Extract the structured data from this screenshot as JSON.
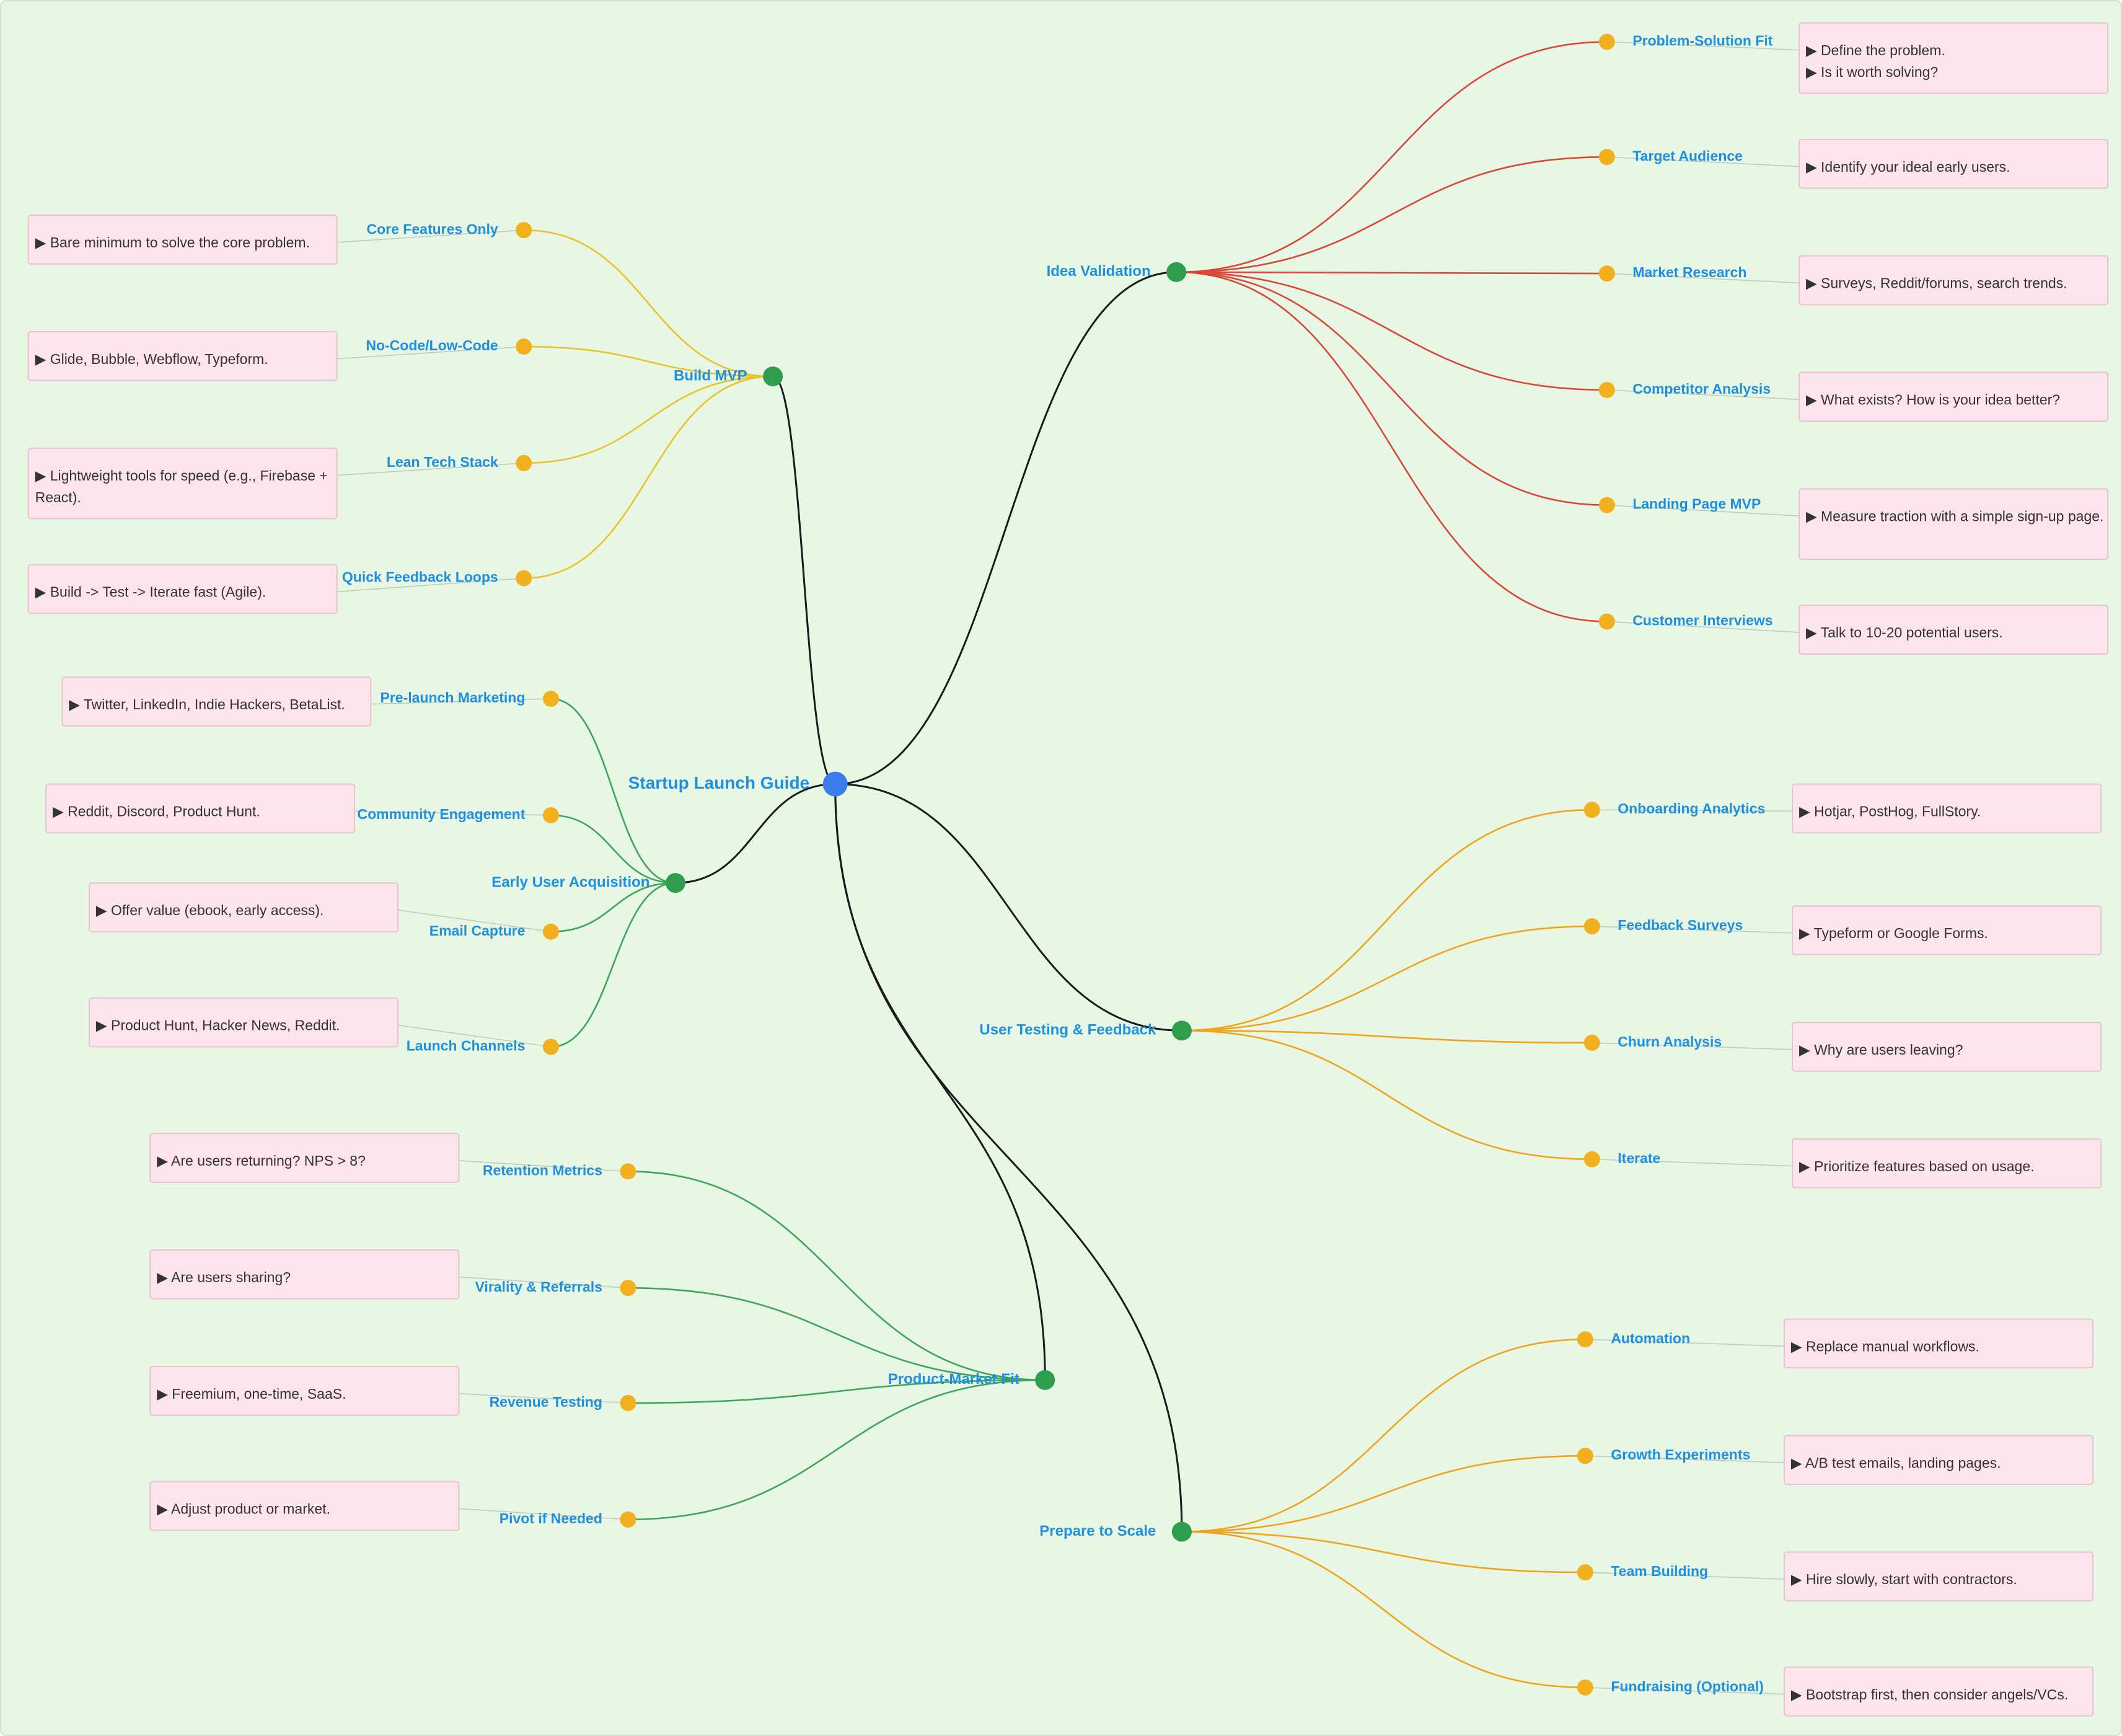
{
  "colors": {
    "background": "#e8f7e4",
    "root_node": "#3b7de8",
    "branch_node": "#2e9e4e",
    "leaf_node": "#f2b01e",
    "label": "#1f8fe0",
    "root_edge": "#1a1a1a",
    "note_bg": "#fde3ec"
  },
  "mindmap": {
    "root": {
      "label": "Startup Launch Guide"
    },
    "branches": [
      {
        "id": "idea-validation",
        "label": "Idea Validation",
        "edge_color": "#d9473a",
        "children": [
          {
            "label": "Problem-Solution Fit",
            "note": [
              "Define the problem.",
              "Is it worth solving?"
            ]
          },
          {
            "label": "Target Audience",
            "note": [
              "Identify your ideal early users."
            ]
          },
          {
            "label": "Market Research",
            "note": [
              "Surveys, Reddit/forums, search trends."
            ]
          },
          {
            "label": "Competitor Analysis",
            "note": [
              "What exists? How is your idea better?"
            ]
          },
          {
            "label": "Landing Page MVP",
            "note": [
              "Measure traction with a simple sign-up page."
            ]
          },
          {
            "label": "Customer Interviews",
            "note": [
              "Talk to 10-20 potential users."
            ]
          }
        ]
      },
      {
        "id": "build-mvp",
        "label": "Build MVP",
        "edge_color": "#e8c32c",
        "children": [
          {
            "label": "Core Features Only",
            "note": [
              "Bare minimum to solve the core problem."
            ]
          },
          {
            "label": "No-Code/Low-Code",
            "note": [
              "Glide, Bubble, Webflow, Typeform."
            ]
          },
          {
            "label": "Lean Tech Stack",
            "note": [
              "Lightweight tools for speed (e.g., Firebase +",
              "React)."
            ]
          },
          {
            "label": "Quick Feedback Loops",
            "note": [
              "Build -> Test -> Iterate fast (Agile)."
            ]
          }
        ]
      },
      {
        "id": "early-user-acquisition",
        "label": "Early User Acquisition",
        "edge_color": "#3ea55d",
        "children": [
          {
            "label": "Pre-launch Marketing",
            "note": [
              "Twitter, LinkedIn, Indie Hackers, BetaList."
            ]
          },
          {
            "label": "Community Engagement",
            "note": [
              "Reddit, Discord, Product Hunt."
            ]
          },
          {
            "label": "Email Capture",
            "note": [
              "Offer value (ebook, early access)."
            ]
          },
          {
            "label": "Launch Channels",
            "note": [
              "Product Hunt, Hacker News, Reddit."
            ]
          }
        ]
      },
      {
        "id": "user-testing-feedback",
        "label": "User Testing & Feedback",
        "edge_color": "#f0a31f",
        "children": [
          {
            "label": "Onboarding Analytics",
            "note": [
              "Hotjar, PostHog, FullStory."
            ]
          },
          {
            "label": "Feedback Surveys",
            "note": [
              "Typeform or Google Forms."
            ]
          },
          {
            "label": "Churn Analysis",
            "note": [
              "Why are users leaving?"
            ]
          },
          {
            "label": "Iterate",
            "note": [
              "Prioritize features based on usage."
            ]
          }
        ]
      },
      {
        "id": "product-market-fit",
        "label": "Product-Market Fit",
        "edge_color": "#3ea55d",
        "children": [
          {
            "label": "Retention Metrics",
            "note": [
              "Are users returning? NPS > 8?"
            ]
          },
          {
            "label": "Virality & Referrals",
            "note": [
              "Are users sharing?"
            ]
          },
          {
            "label": "Revenue Testing",
            "note": [
              "Freemium, one-time, SaaS."
            ]
          },
          {
            "label": "Pivot if Needed",
            "note": [
              "Adjust product or market."
            ]
          }
        ]
      },
      {
        "id": "prepare-to-scale",
        "label": "Prepare to Scale",
        "edge_color": "#f0a31f",
        "children": [
          {
            "label": "Automation",
            "note": [
              "Replace manual workflows."
            ]
          },
          {
            "label": "Growth Experiments",
            "note": [
              "A/B test emails, landing pages."
            ]
          },
          {
            "label": "Team Building",
            "note": [
              "Hire slowly, start with contractors."
            ]
          },
          {
            "label": "Fundraising (Optional)",
            "note": [
              "Bootstrap first, then consider angels/VCs."
            ]
          }
        ]
      }
    ]
  }
}
